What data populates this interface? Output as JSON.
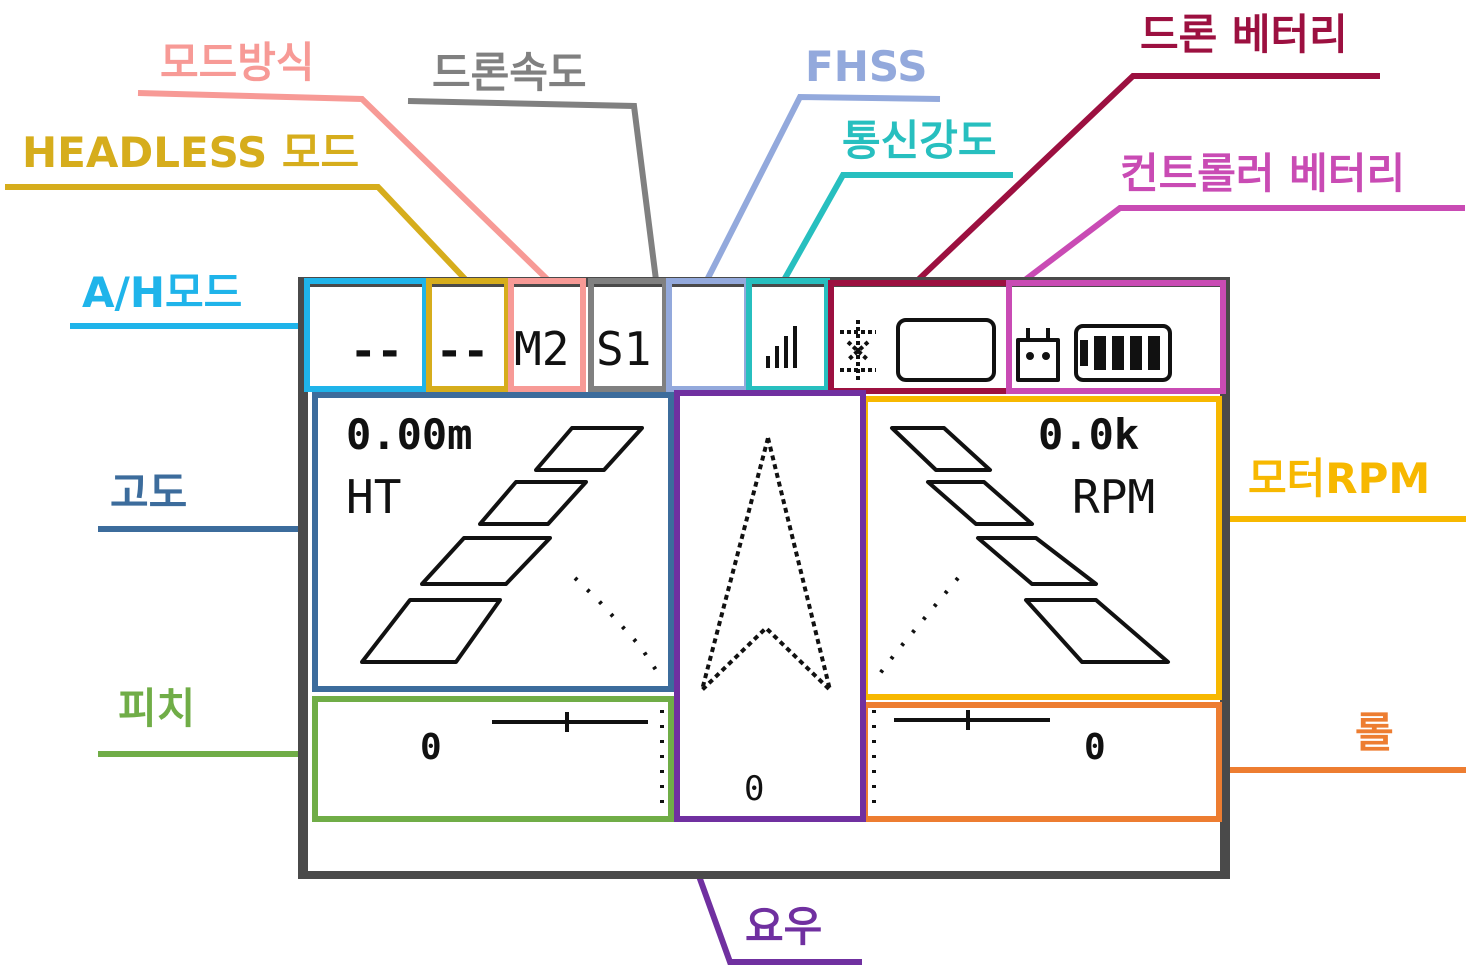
{
  "labels": {
    "mode_method": "모드방식",
    "drone_speed": "드론속도",
    "fhss": "FHSS",
    "drone_battery": "드론 베터리",
    "headless_mode": "HEADLESS 모드",
    "signal_strength": "통신강도",
    "controller_battery": "컨트롤러 베터리",
    "ah_mode": "A/H모드",
    "altitude": "고도",
    "motor_rpm": "모터RPM",
    "pitch": "피치",
    "roll": "롤",
    "yaw": "요우"
  },
  "lcd": {
    "ah_mode_value": "--",
    "headless_value": "--",
    "mode_value": "M2",
    "speed_value": "S1",
    "altitude_value": "0.00m",
    "altitude_unit": "HT",
    "rpm_value": "0.0k",
    "rpm_unit": "RPM",
    "pitch_value": "0",
    "roll_value": "0",
    "yaw_value": "0"
  },
  "colors": {
    "ah_mode": "#1fb4ea",
    "headless": "#d6ad1c",
    "mode": "#f79a96",
    "speed": "#808080",
    "fhss": "#93a9dc",
    "signal": "#27bfbf",
    "drone_battery": "#9c1040",
    "controller_battery": "#c94bb4",
    "altitude": "#3c6c9c",
    "motor_rpm": "#f7b800",
    "pitch": "#70ad47",
    "roll": "#ed7d31",
    "yaw": "#7030a0"
  },
  "icons": {
    "signal": "signal-bars-icon",
    "drone_battery": "drone-battery-empty-icon",
    "controller_battery": "controller-battery-full-icon",
    "yaw": "heading-arrow-icon"
  }
}
